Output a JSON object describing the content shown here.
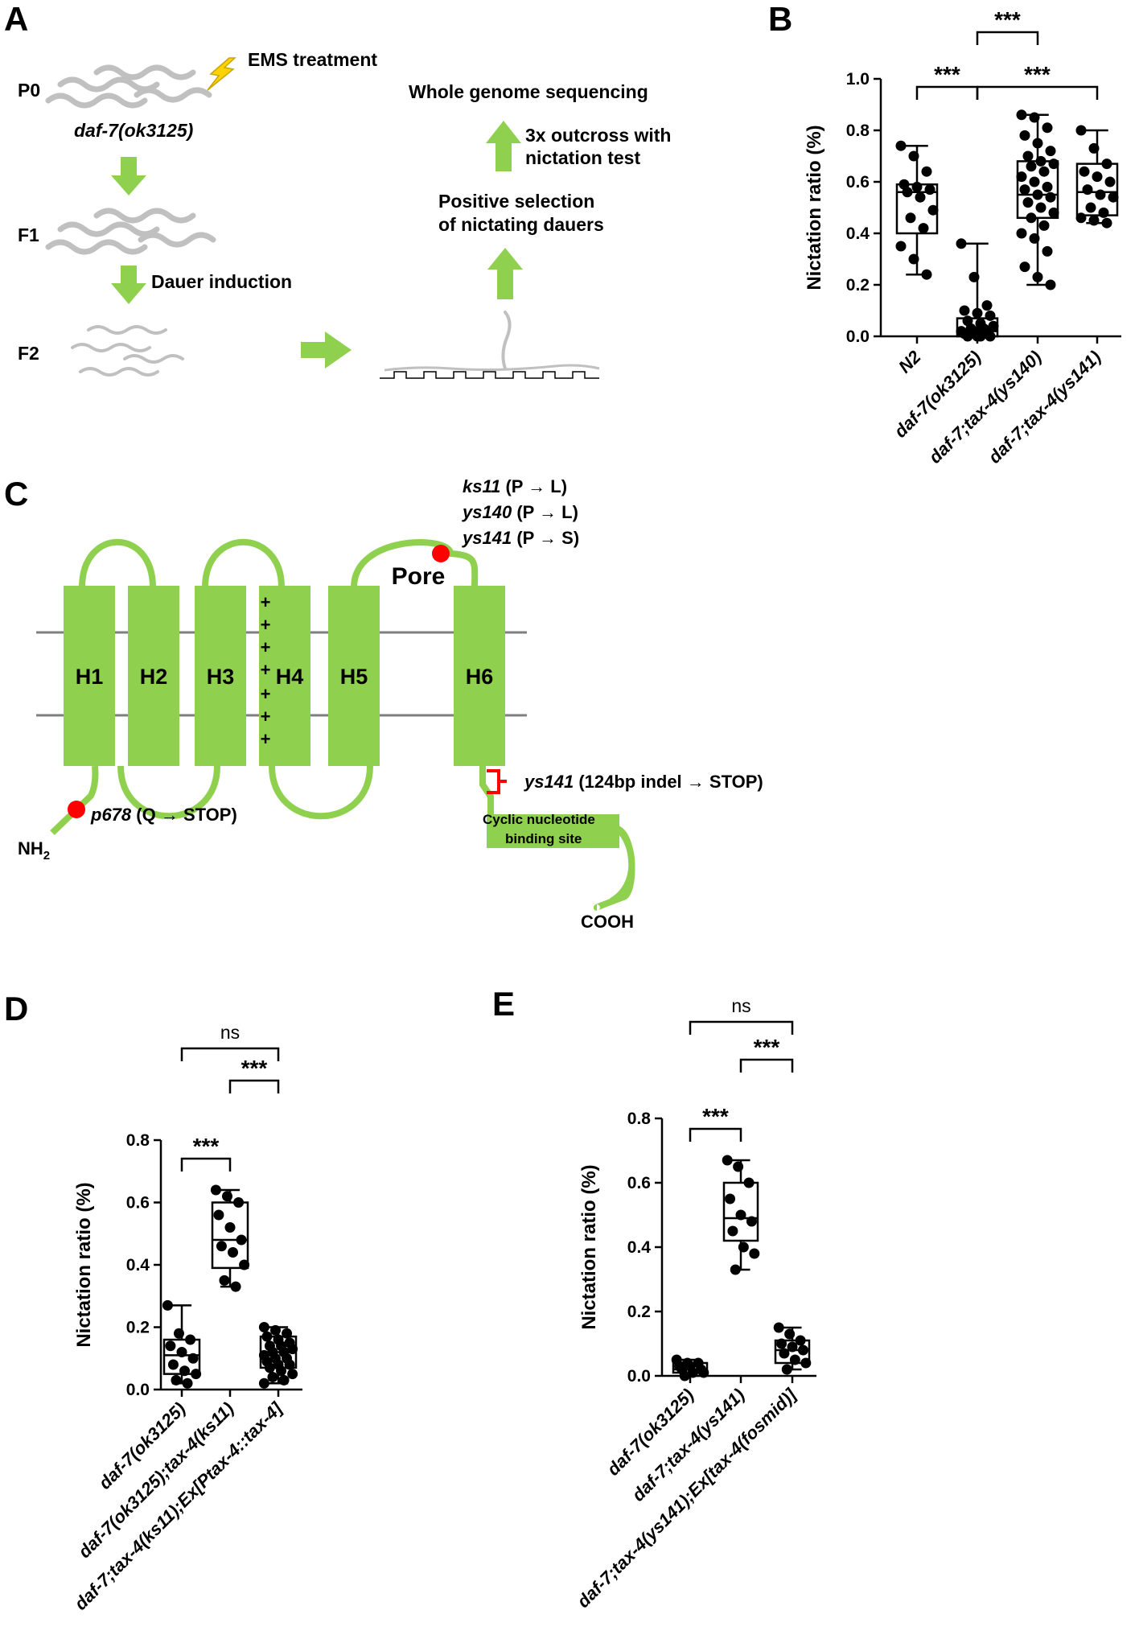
{
  "panels": {
    "a": "A",
    "b": "B",
    "c": "C",
    "d": "D",
    "e": "E"
  },
  "panel_a": {
    "p0": "P0",
    "f1": "F1",
    "f2": "F2",
    "strain": "daf-7(ok3125)",
    "ems": "EMS treatment",
    "dauer": "Dauer induction",
    "positive_line1": "Positive selection",
    "positive_line2": "of nictating dauers",
    "outcross_line1": "3x outcross with",
    "outcross_line2": "nictation test",
    "wgs": "Whole genome sequencing",
    "colors": {
      "arrow": "#8fd14f",
      "worm": "#c0c0c0"
    }
  },
  "panel_c": {
    "helices": [
      "H1",
      "H2",
      "H3",
      "H4",
      "H5",
      "H6"
    ],
    "pore": "Pore",
    "plus": "+",
    "nh2": "NH",
    "nh2_sub": "2",
    "cooh": "COOH",
    "cnb_line1": "Cyclic nucleotide",
    "cnb_line2": "binding site",
    "mut_ks11": "ks11",
    "mut_ks11_change": "(P → L)",
    "mut_ys140": "ys140",
    "mut_ys140_change": "(P → L)",
    "mut_ys141": "ys141",
    "mut_ys141_change": "(P → S)",
    "mut_p678": "p678",
    "mut_p678_change": "(Q → STOP)",
    "mut_ys141_indel": "ys141",
    "mut_ys141_indel_change": "(124bp indel → STOP)",
    "colors": {
      "helix": "#8fd14f",
      "mutation": "#ff0000",
      "membrane": "#7f7f7f"
    }
  },
  "chart_data": [
    {
      "id": "B",
      "type": "box",
      "ylabel": "Nictation ratio (%)",
      "ylim": [
        0,
        1.0
      ],
      "yticks": [
        "0.0",
        "0.2",
        "0.4",
        "0.6",
        "0.8",
        "1.0"
      ],
      "categories": [
        "N2",
        "daf-7(ok3125)",
        "daf-7;tax-4(ys140)",
        "daf-7;tax-4(ys141)"
      ],
      "boxes": [
        {
          "min": 0.24,
          "q1": 0.4,
          "median": 0.56,
          "q3": 0.59,
          "max": 0.74
        },
        {
          "min": 0.0,
          "q1": 0.0,
          "median": 0.02,
          "q3": 0.07,
          "max": 0.36
        },
        {
          "min": 0.2,
          "q1": 0.46,
          "median": 0.55,
          "q3": 0.68,
          "max": 0.86
        },
        {
          "min": 0.44,
          "q1": 0.47,
          "median": 0.56,
          "q3": 0.67,
          "max": 0.8
        }
      ],
      "points": [
        [
          0.74,
          0.7,
          0.64,
          0.59,
          0.58,
          0.57,
          0.56,
          0.54,
          0.49,
          0.46,
          0.42,
          0.35,
          0.3,
          0.24
        ],
        [
          0.36,
          0.23,
          0.12,
          0.1,
          0.09,
          0.08,
          0.06,
          0.05,
          0.04,
          0.03,
          0.03,
          0.02,
          0.02,
          0.01,
          0.01,
          0.0,
          0.0,
          0.0,
          0.0
        ],
        [
          0.86,
          0.85,
          0.81,
          0.78,
          0.75,
          0.72,
          0.7,
          0.68,
          0.67,
          0.66,
          0.64,
          0.62,
          0.6,
          0.58,
          0.57,
          0.55,
          0.54,
          0.52,
          0.5,
          0.48,
          0.46,
          0.43,
          0.4,
          0.38,
          0.33,
          0.27,
          0.23,
          0.2
        ],
        [
          0.8,
          0.73,
          0.67,
          0.64,
          0.62,
          0.6,
          0.57,
          0.55,
          0.54,
          0.5,
          0.48,
          0.46,
          0.45,
          0.44
        ]
      ],
      "brackets": [
        {
          "from": 0,
          "to": 1,
          "label": "***",
          "level": 1
        },
        {
          "from": 1,
          "to": 3,
          "label": "***",
          "level": 1
        },
        {
          "from": 1,
          "to": 2,
          "label": "***",
          "level": 2
        }
      ]
    },
    {
      "id": "D",
      "type": "box",
      "ylabel": "Nictation ratio (%)",
      "ylim": [
        0,
        0.8
      ],
      "yticks": [
        "0.0",
        "0.2",
        "0.4",
        "0.6",
        "0.8"
      ],
      "categories": [
        "daf-7(ok3125)",
        "daf-7(ok3125);tax-4(ks11)",
        "daf-7;tax-4(ks11);Ex[Ptax-4::tax-4]"
      ],
      "boxes": [
        {
          "min": 0.02,
          "q1": 0.05,
          "median": 0.11,
          "q3": 0.16,
          "max": 0.27
        },
        {
          "min": 0.33,
          "q1": 0.39,
          "median": 0.48,
          "q3": 0.6,
          "max": 0.64
        },
        {
          "min": 0.02,
          "q1": 0.07,
          "median": 0.12,
          "q3": 0.17,
          "max": 0.2
        }
      ],
      "points": [
        [
          0.27,
          0.18,
          0.16,
          0.14,
          0.12,
          0.1,
          0.08,
          0.06,
          0.05,
          0.03,
          0.02
        ],
        [
          0.64,
          0.62,
          0.6,
          0.56,
          0.52,
          0.48,
          0.46,
          0.44,
          0.4,
          0.35,
          0.33
        ],
        [
          0.2,
          0.19,
          0.18,
          0.17,
          0.16,
          0.15,
          0.14,
          0.14,
          0.13,
          0.12,
          0.12,
          0.11,
          0.1,
          0.1,
          0.09,
          0.08,
          0.08,
          0.07,
          0.06,
          0.05,
          0.04,
          0.03,
          0.02
        ]
      ],
      "brackets": [
        {
          "from": 0,
          "to": 1,
          "label": "***",
          "level": 1
        },
        {
          "from": 1,
          "to": 2,
          "label": "***",
          "level": 2
        },
        {
          "from": 0,
          "to": 2,
          "label": "ns",
          "level": 3
        }
      ]
    },
    {
      "id": "E",
      "type": "box",
      "ylabel": "Nictation ratio (%)",
      "ylim": [
        0,
        0.8
      ],
      "yticks": [
        "0.0",
        "0.2",
        "0.4",
        "0.6",
        "0.8"
      ],
      "categories": [
        "daf-7(ok3125)",
        "daf-7;tax-4(ys141)",
        "daf-7;tax-4(ys141);Ex[tax-4(fosmid)]"
      ],
      "boxes": [
        {
          "min": 0.0,
          "q1": 0.01,
          "median": 0.02,
          "q3": 0.04,
          "max": 0.05
        },
        {
          "min": 0.33,
          "q1": 0.42,
          "median": 0.49,
          "q3": 0.6,
          "max": 0.67
        },
        {
          "min": 0.02,
          "q1": 0.04,
          "median": 0.08,
          "q3": 0.11,
          "max": 0.15
        }
      ],
      "points": [
        [
          0.05,
          0.04,
          0.04,
          0.03,
          0.03,
          0.02,
          0.02,
          0.01,
          0.01,
          0.0
        ],
        [
          0.67,
          0.65,
          0.6,
          0.55,
          0.5,
          0.48,
          0.45,
          0.4,
          0.38,
          0.33
        ],
        [
          0.15,
          0.13,
          0.11,
          0.1,
          0.09,
          0.08,
          0.07,
          0.05,
          0.04,
          0.02
        ]
      ],
      "brackets": [
        {
          "from": 0,
          "to": 1,
          "label": "***",
          "level": 1
        },
        {
          "from": 1,
          "to": 2,
          "label": "***",
          "level": 2
        },
        {
          "from": 0,
          "to": 2,
          "label": "ns",
          "level": 3
        }
      ]
    }
  ]
}
